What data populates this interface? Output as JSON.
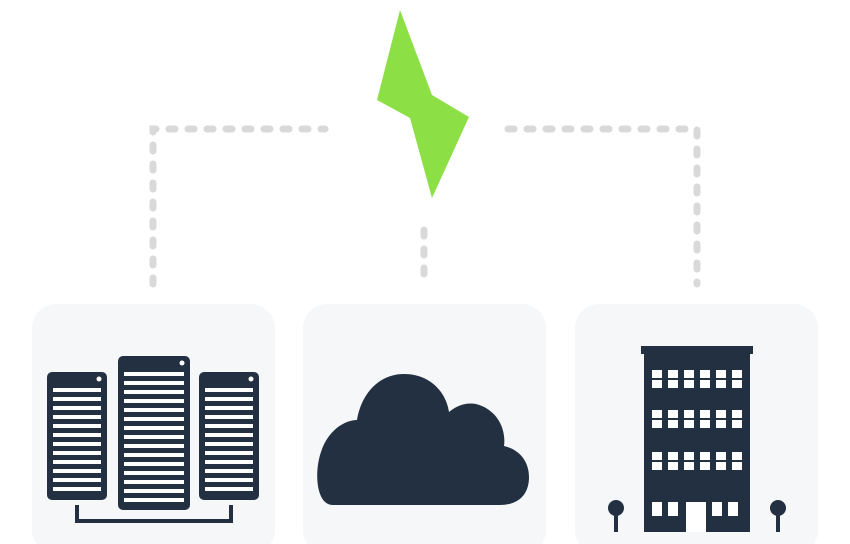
{
  "colors": {
    "bolt": "#8ddf46",
    "connector": "#d9d9d9",
    "icon": "#233041",
    "card": "#f6f7f9",
    "window": "#ffffff"
  },
  "hub": {
    "icon": "lightning-bolt-icon"
  },
  "cards": [
    {
      "id": "server-rack",
      "icon": "server-rack-icon"
    },
    {
      "id": "cloud",
      "icon": "cloud-icon"
    },
    {
      "id": "office-building",
      "icon": "office-building-icon"
    }
  ]
}
